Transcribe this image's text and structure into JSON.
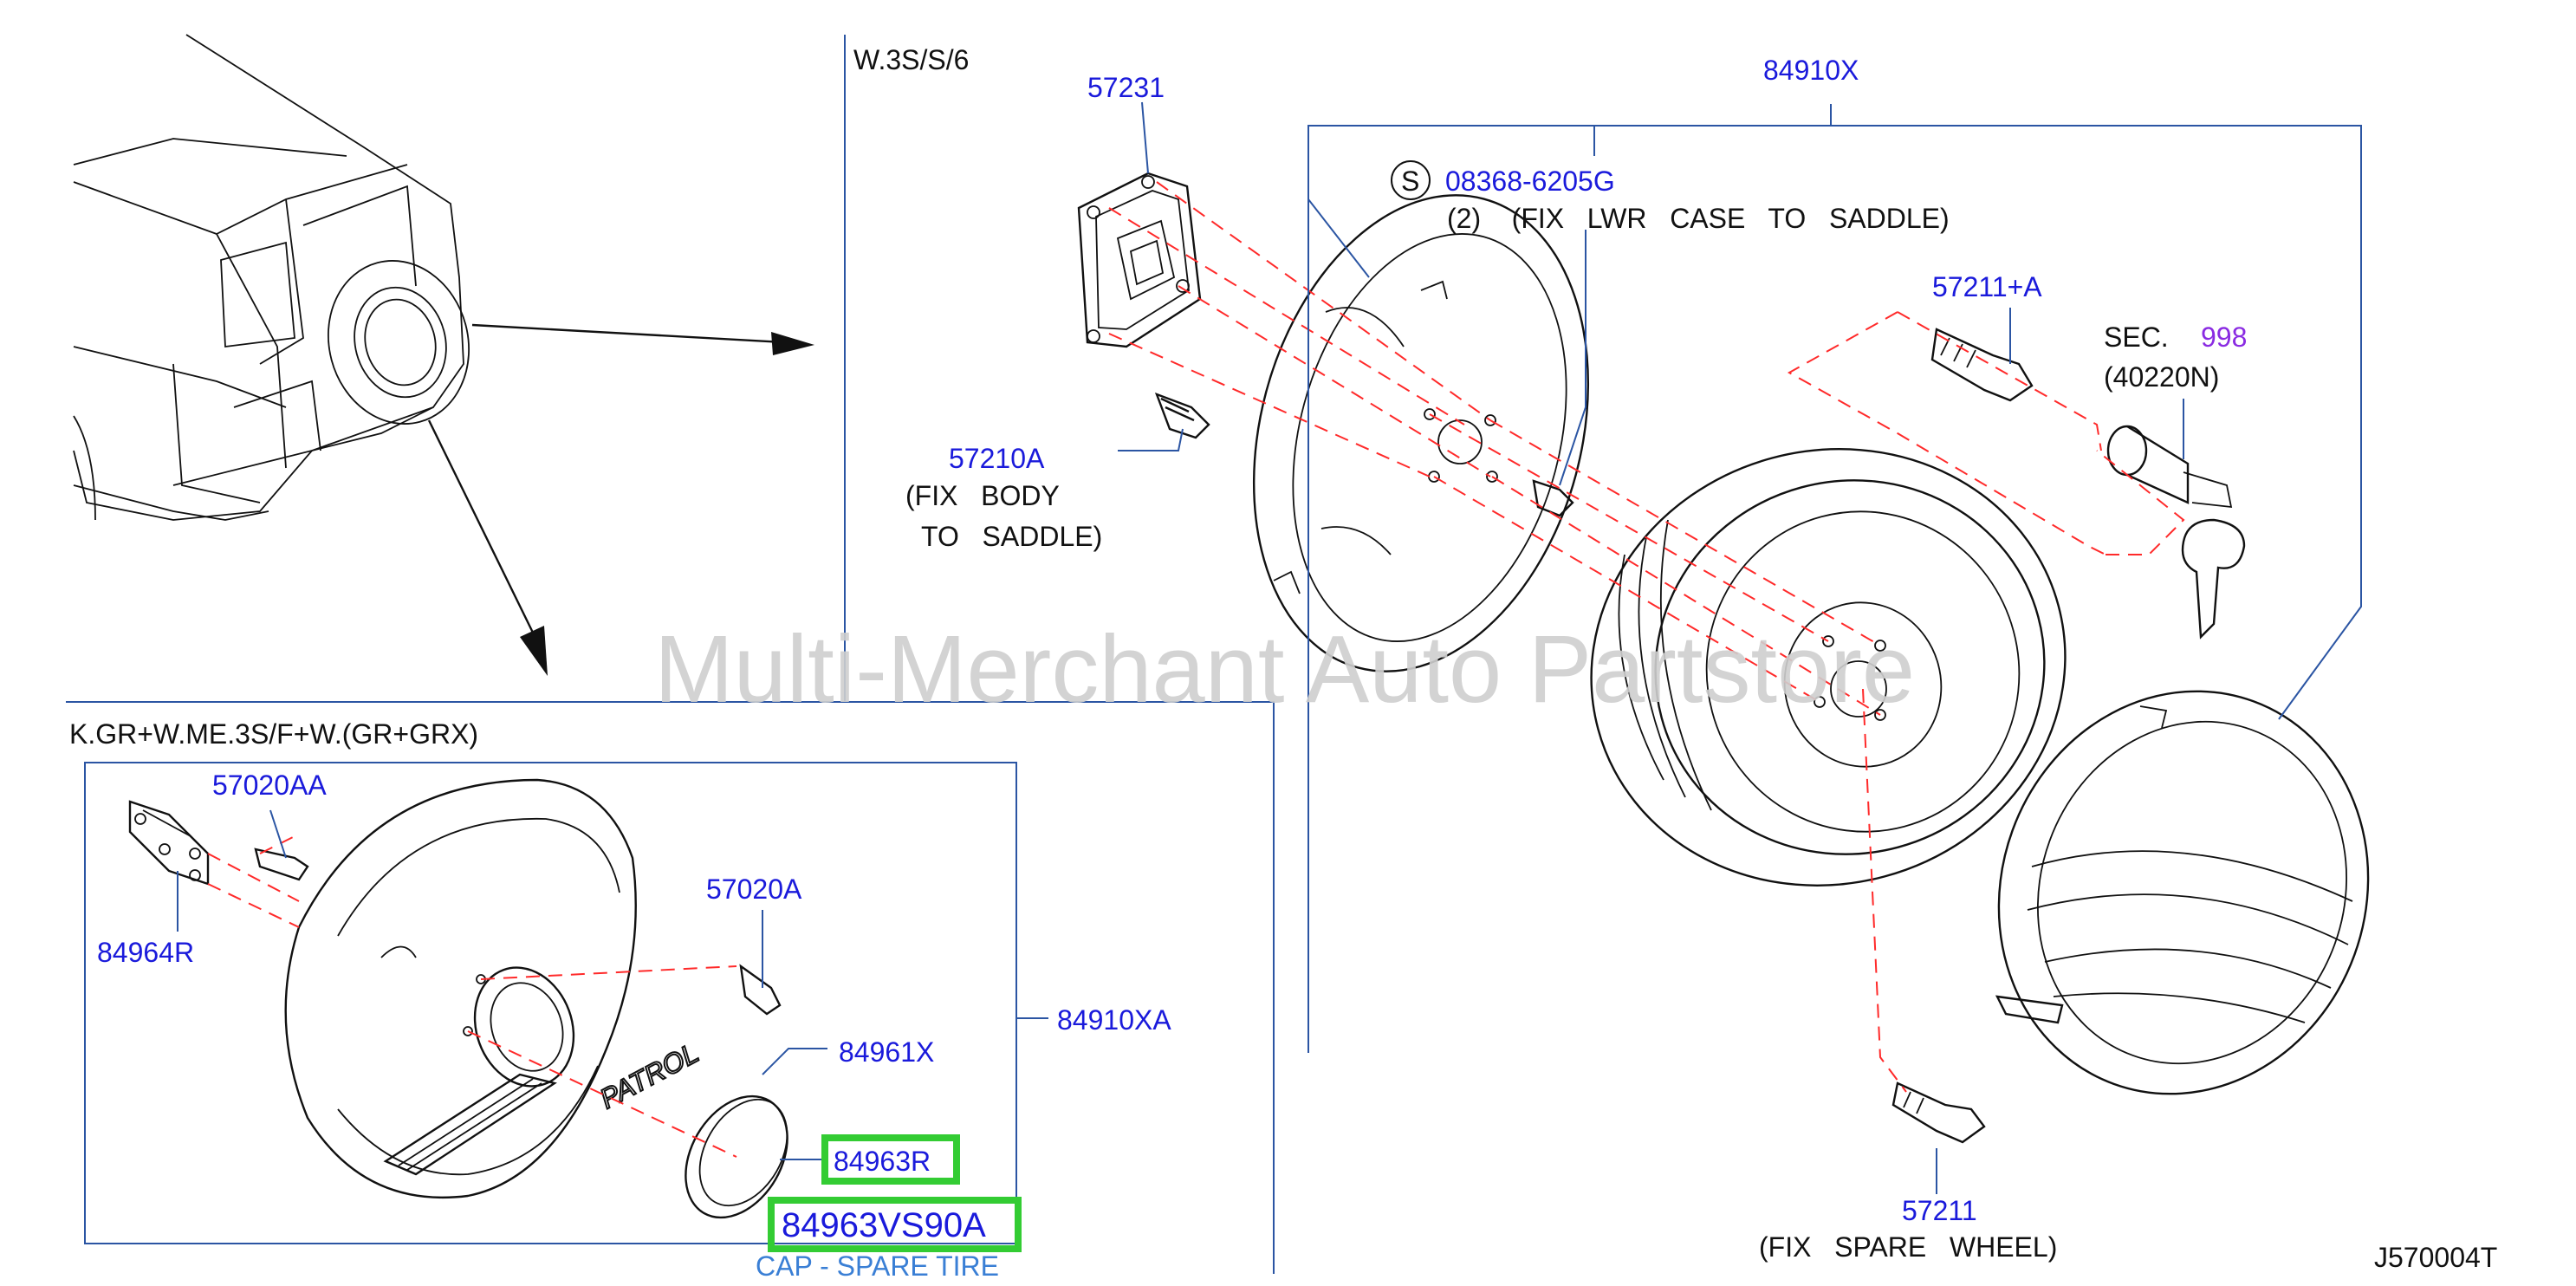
{
  "variants": {
    "upper": "W.3S/S/6",
    "lower": "K.GR+W.ME.3S/F+W.(GR+GRX)"
  },
  "callouts": {
    "p57231": "57231",
    "p84910X": "84910X",
    "s_symbol": "S",
    "p08368": "08368-6205G",
    "p08368_note": "(2)    (FIX   LWR   CASE   TO   SADDLE)",
    "p57211A": "57211+A",
    "sec_prefix": "SEC.",
    "sec_number": "998",
    "sec_part": "(40220N)",
    "p57210A": "57210A",
    "p57210A_note1": "(FIX   BODY",
    "p57210A_note2": "TO   SADDLE)",
    "p57211": "57211",
    "p57211_note": "(FIX   SPARE   WHEEL)",
    "p57020AA": "57020AA",
    "p84964R": "84964R",
    "p57020A": "57020A",
    "p84961X": "84961X",
    "p84910XA": "84910XA",
    "p84963R": "84963R",
    "p84963VS90A": "84963VS90A",
    "cap_label": "CAP - SPARE TIRE"
  },
  "emblem_text": "PATROL",
  "watermark": "Multi-Merchant Auto Partstore",
  "diagram_code": "J570004T",
  "colors": {
    "part_number": "#1a1adb",
    "highlight": "#33cc33",
    "dashed": "#ff2a2a",
    "section": "#8a2be2",
    "cap_label": "#3a7fd5"
  }
}
